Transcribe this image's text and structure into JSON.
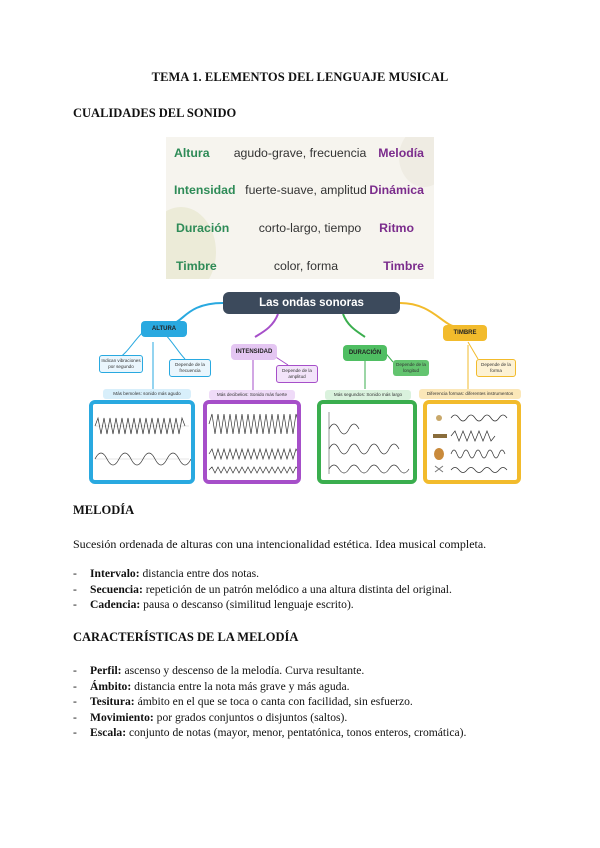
{
  "title": "TEMA 1. ELEMENTOS DEL LENGUAJE MUSICAL",
  "section1_heading": "CUALIDADES DEL SONIDO",
  "qualities": [
    {
      "quality": "Altura",
      "description": "agudo-grave, frecuencia",
      "element": "Melodía"
    },
    {
      "quality": "Intensidad",
      "description": "fuerte-suave, amplitud",
      "element": "Dinámica"
    },
    {
      "quality": "Duración",
      "description": "corto-largo, tiempo",
      "element": "Ritmo"
    },
    {
      "quality": "Timbre",
      "description": "color, forma",
      "element": "Timbre"
    }
  ],
  "mindmap": {
    "title": "Las ondas sonoras",
    "branches": [
      {
        "label": "ALTURA",
        "color": "#29a9e0",
        "tags": [
          "Indican vibraciones por segundo",
          "Depende de la frecuencia"
        ],
        "summary": "Más bemoles: sonido más agudo"
      },
      {
        "label": "INTENSIDAD",
        "color": "#a64fc9",
        "tags": [
          "Depende de la amplitud"
        ],
        "summary": "Más decibelios: Sonido más fuerte"
      },
      {
        "label": "DURACIÓN",
        "color": "#3aae4e",
        "tags": [
          "Depende de la longitud"
        ],
        "summary": "Más segundos: Sonido más largo"
      },
      {
        "label": "TIMBRE",
        "color": "#f2bb2c",
        "tags": [
          "Depende de la forma"
        ],
        "summary": "Diferencia formas: diferentes instrumentos"
      }
    ]
  },
  "section2_heading": "MELODÍA",
  "melody_definition": "Sucesión ordenada de alturas con una intencionalidad estética. Idea musical completa.",
  "melody_terms": [
    {
      "term": "Intervalo:",
      "text": " distancia entre dos notas."
    },
    {
      "term": "Secuencia:",
      "text": " repetición de un patrón melódico a una altura distinta del original."
    },
    {
      "term": "Cadencia:",
      "text": " pausa o descanso (similitud lenguaje escrito)."
    }
  ],
  "section3_heading": "CARACTERÍSTICAS DE LA MELODÍA",
  "characteristics": [
    {
      "term": "Perfil:",
      "text": " ascenso y descenso de la melodía. Curva resultante."
    },
    {
      "term": "Ámbito:",
      "text": " distancia entre la nota más grave y más aguda."
    },
    {
      "term": "Tesitura:",
      "text": " ámbito en el que se toca o canta con facilidad, sin esfuerzo."
    },
    {
      "term": "Movimiento:",
      "text": " por grados conjuntos o disjuntos (saltos)."
    },
    {
      "term": "Escala:",
      "text": " conjunto de notas (mayor, menor, pentatónica, tonos enteros, cromática)."
    }
  ]
}
